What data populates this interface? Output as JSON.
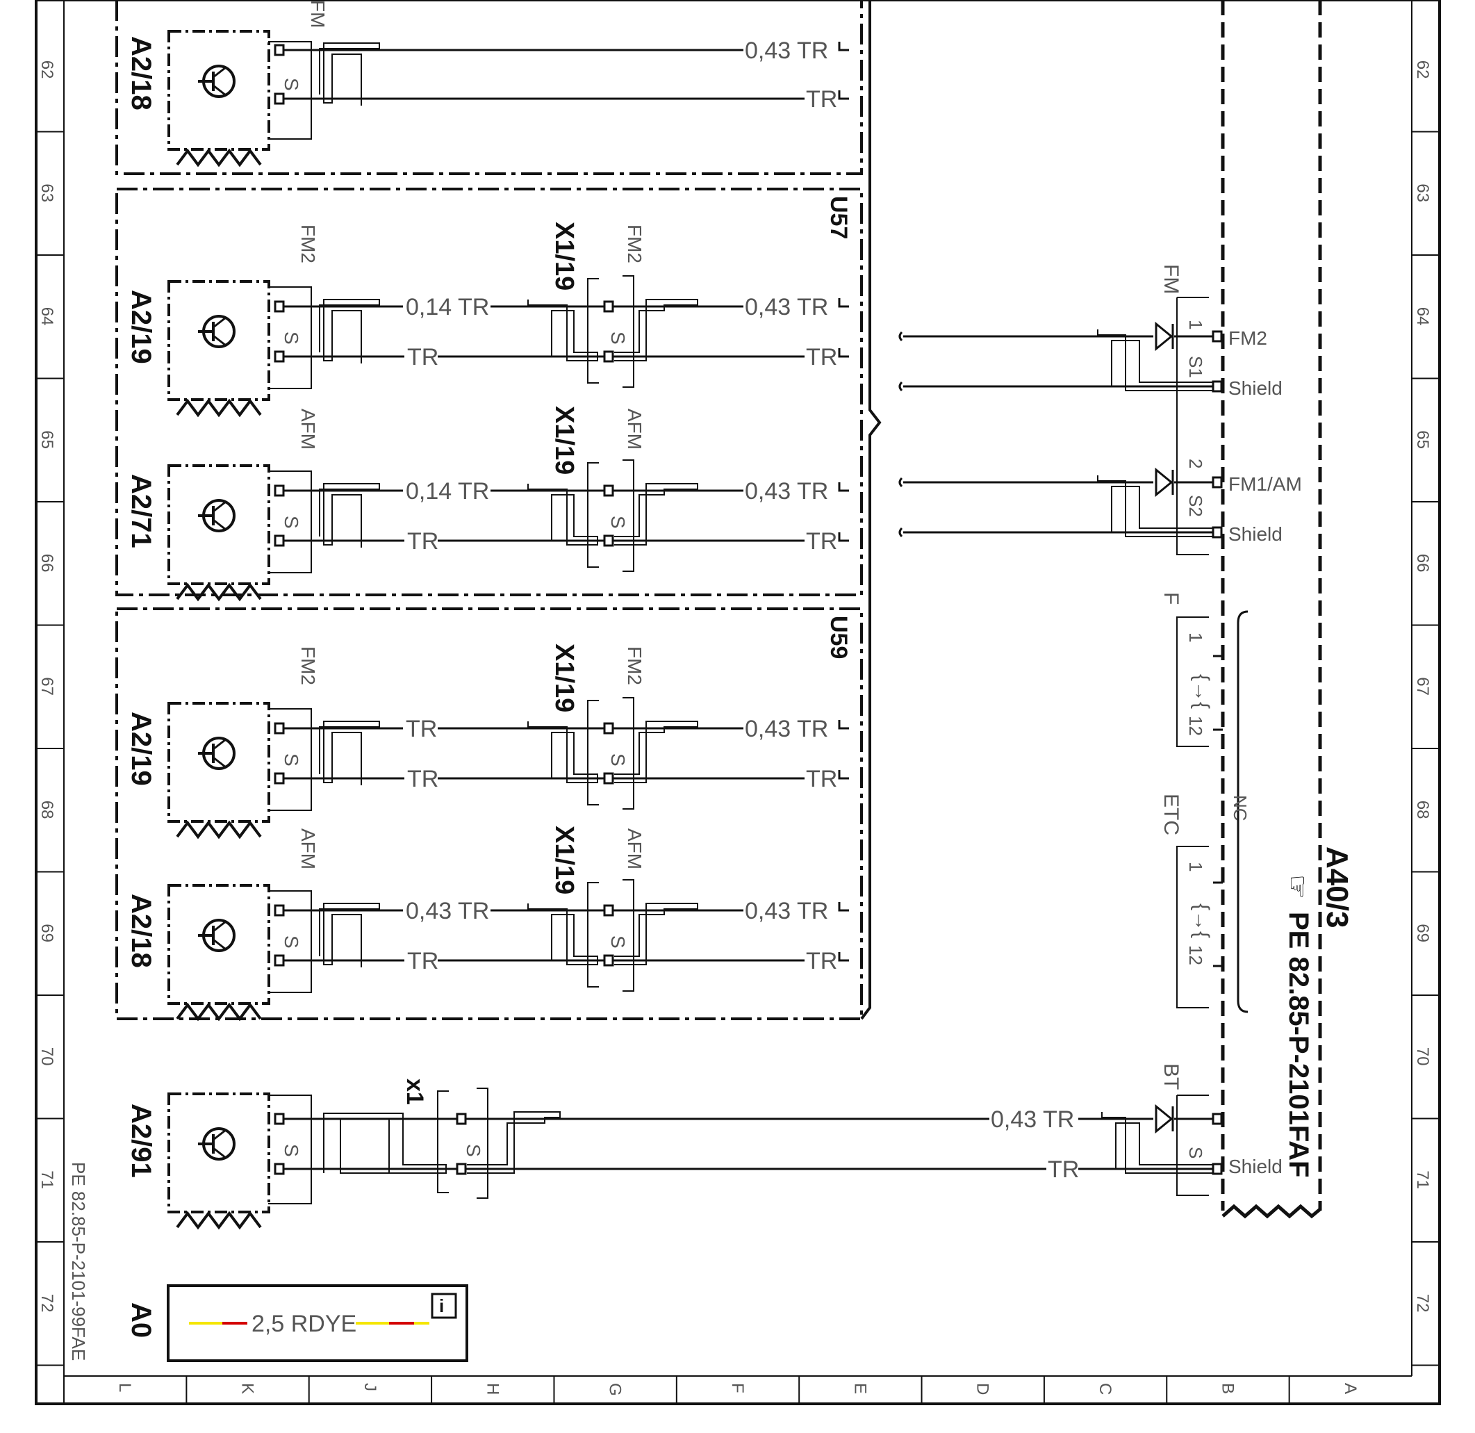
{
  "doc_code": "PE 82.85-P-2101-99FAE",
  "zones": [
    "62",
    "63",
    "64",
    "65",
    "66",
    "67",
    "68",
    "69",
    "70",
    "71",
    "72"
  ],
  "columns": [
    "L",
    "K",
    "J",
    "H",
    "G",
    "F",
    "E",
    "D",
    "C",
    "B",
    "A"
  ],
  "modules": {
    "u57": "U57",
    "u59": "U59"
  },
  "antennas": [
    {
      "id": "A2/18",
      "pin1": "FM",
      "pin2": "S",
      "wire_left": "",
      "wire_right": "0,43 TR",
      "wire_right2": "TR"
    },
    {
      "id": "A2/19",
      "pin1": "FM2",
      "pin2": "S",
      "wire_left": "0,14 TR",
      "wire_left2": "TR",
      "wire_right": "0,43 TR",
      "wire_right2": "TR",
      "connector": "X1/19",
      "conn_pin1": "FM2",
      "conn_pin2": "S"
    },
    {
      "id": "A2/71",
      "pin1": "AFM",
      "pin2": "S",
      "wire_left": "0,14 TR",
      "wire_left2": "TR",
      "wire_right": "0,43 TR",
      "wire_right2": "TR",
      "connector": "X1/19",
      "conn_pin1": "AFM",
      "conn_pin2": "S"
    },
    {
      "id": "A2/19",
      "pin1": "FM2",
      "pin2": "S",
      "wire_left": "TR",
      "wire_left2": "TR",
      "wire_right": "0,43 TR",
      "wire_right2": "TR",
      "connector": "X1/19",
      "conn_pin1": "FM2",
      "conn_pin2": "S"
    },
    {
      "id": "A2/18",
      "pin1": "AFM",
      "pin2": "S",
      "wire_left": "0,43 TR",
      "wire_left2": "TR",
      "wire_right": "0,43 TR",
      "wire_right2": "TR",
      "connector": "X1/19",
      "conn_pin1": "AFM",
      "conn_pin2": "S"
    },
    {
      "id": "A2/91",
      "pin1": "",
      "pin2": "S",
      "connector": "x1",
      "conn_pin2": "S",
      "wire_right": "0,43 TR",
      "wire_right2": "TR"
    }
  ],
  "a40": {
    "id": "A40/3",
    "ref": "PE 82.85-P-2101FAF",
    "fm_group": "FM",
    "fm_pins": [
      {
        "num": "1",
        "name": "FM2"
      },
      {
        "num": "S1",
        "name": "Shield"
      },
      {
        "num": "2",
        "name": "FM1/AM"
      },
      {
        "num": "S2",
        "name": "Shield"
      }
    ],
    "f_group": "F",
    "etc_group": "ETC",
    "switch_pins": [
      "1",
      "12"
    ],
    "nc": "NC",
    "bt_group": "BT",
    "bt_pins": [
      {
        "num": "",
        "name": ""
      },
      {
        "num": "S",
        "name": "Shield"
      }
    ]
  },
  "ground": {
    "id": "A0",
    "wire": "2,5 RDYE",
    "info_icon": "info-icon"
  },
  "colors": {
    "line": "#111111",
    "wire_red": "#d40000",
    "wire_yellow": "#f5e600"
  }
}
